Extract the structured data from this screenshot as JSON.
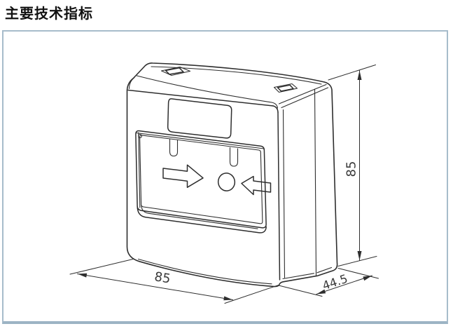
{
  "page": {
    "title": "主要技术指标"
  },
  "drawing": {
    "subject": "manual-call-point-device-isometric-view",
    "dim_height": "85",
    "dim_width": "85",
    "dim_depth": "44.5",
    "colors": {
      "frame_border": "#a7bccb",
      "frame_border_bottom": "#9cb4c4",
      "line": "#2e2e2e",
      "background": "#ffffff"
    }
  }
}
